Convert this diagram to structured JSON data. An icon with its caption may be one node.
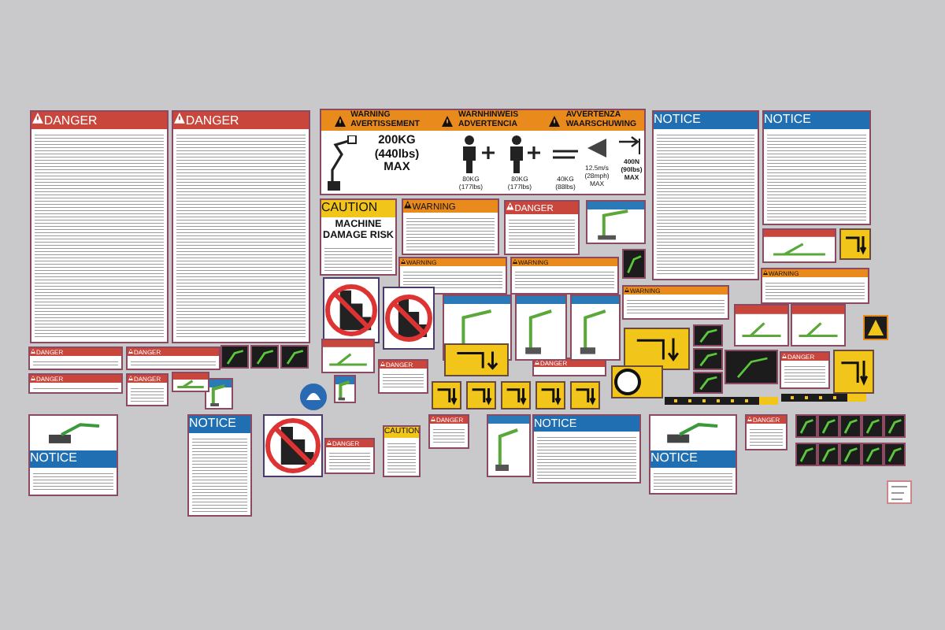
{
  "diagram": {
    "nodes": [
      {
        "text": [
          "DANGER"
        ]
      },
      {
        "text": [
          "DANGER"
        ]
      },
      {
        "text": [
          "WARNING AVERTISSEMENT",
          "WARNHINWEIS ADVERTENCIA",
          "AVVERTENZA WAARSCHUWING",
          "200KG (440lbs) MAX",
          "80KG (177lbs)",
          "80KG (177lbs)",
          "40KG (88lbs)",
          "12.5m/s (28mph) MAX",
          "400N (90lbs) MAX"
        ]
      },
      {
        "text": [
          "NOTICE"
        ]
      },
      {
        "text": [
          "NOTICE"
        ]
      },
      {
        "text": [
          "CAUTION",
          "MACHINE DAMAGE RISK"
        ]
      },
      {
        "text": [
          "WARNING"
        ]
      },
      {
        "text": [
          "DANGER"
        ]
      },
      {
        "text": [
          "WARNING"
        ]
      },
      {
        "text": [
          "WARNING"
        ]
      },
      {
        "text": [
          "WARNING"
        ]
      },
      {
        "text": [
          "WARNING"
        ]
      },
      {
        "text": [
          "DANGER"
        ]
      },
      {
        "text": [
          "DANGER"
        ]
      },
      {
        "text": [
          "DANGER"
        ]
      },
      {
        "text": [
          "DANGER"
        ]
      },
      {
        "text": [
          "DANGER"
        ]
      },
      {
        "text": [
          "DANGER"
        ]
      },
      {
        "text": [
          "DANGER"
        ]
      },
      {
        "text": [
          "NOTICE"
        ]
      },
      {
        "text": [
          "NOTICE"
        ]
      },
      {
        "text": [
          "DANGER"
        ]
      },
      {
        "text": [
          "CAUTION"
        ]
      },
      {
        "text": [
          "DANGER"
        ]
      },
      {
        "text": [
          "NOTICE"
        ]
      },
      {
        "text": [
          "NOTICE"
        ]
      },
      {
        "text": [
          "DANGER"
        ]
      }
    ]
  }
}
